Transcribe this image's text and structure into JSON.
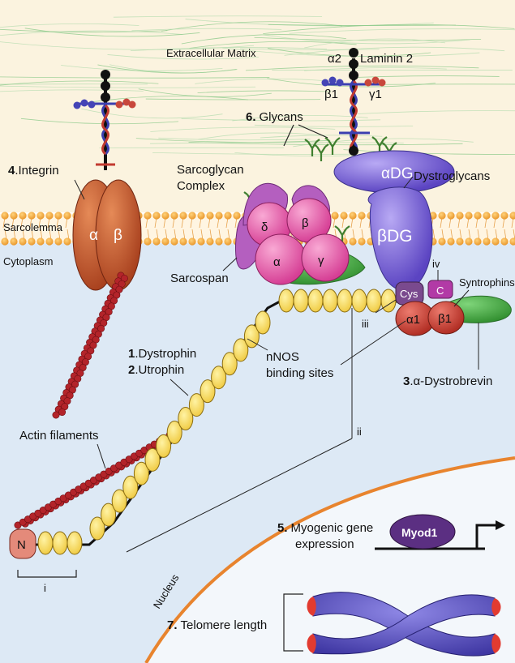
{
  "regions": {
    "ecm": "Extracellular Matrix",
    "sarcolemma": "Sarcolemma",
    "cytoplasm": "Cytoplasm",
    "nucleus": "Nucleus"
  },
  "laminin": {
    "title": "Laminin 2",
    "alpha": "α2",
    "beta": "β1",
    "gamma": "γ1"
  },
  "glycans": {
    "num": "6.",
    "label": "Glycans"
  },
  "integrin": {
    "num": "4",
    "label": ".Integrin",
    "alpha": "α",
    "beta": "β"
  },
  "sarcoglycan": {
    "label_line1": "Sarcoglycan",
    "label_line2": "Complex",
    "delta": "δ",
    "beta": "β",
    "alpha": "α",
    "gamma": "γ"
  },
  "sarcospan": "Sarcospan",
  "dystroglycan": {
    "label": "Dystroglycans",
    "alpha": "αDG",
    "beta": "βDG"
  },
  "dystrophin": {
    "num1": "1",
    "label1": ".Dystrophin",
    "num2": "2",
    "label2": ".Utrophin",
    "n_term": "N",
    "cys": "Cys",
    "c_term": "C"
  },
  "syntrophins": {
    "label": "Syntrophins",
    "a1": "α1",
    "b1": "β1"
  },
  "nnos": {
    "line1": "nNOS",
    "line2": "binding sites"
  },
  "dystrobrevin": {
    "num": "3",
    "label": ".α-Dystrobrevin"
  },
  "roman": {
    "i": "i",
    "ii": "ii",
    "iii": "iii",
    "iv": "iv"
  },
  "actin": "Actin filaments",
  "myogenic": {
    "num": "5.",
    "line1": "Myogenic gene",
    "line2": "expression",
    "gene": "Myod1"
  },
  "telomere": {
    "num": "7.",
    "label": "Telomere length"
  },
  "colors": {
    "ecm_bg": "#fbf3df",
    "membrane": "#f6b34a",
    "cytoplasm": "#dde9f5",
    "nucleus_bg": "#f3f7fb",
    "nucleus_edge": "#e8842e",
    "integrin": "#c65a2c",
    "actin": "#b3242a",
    "spectrin_repeat": "#f2d45c",
    "sarcoglycan": "#e257a6",
    "sarcospan": "#b45fbf",
    "dystroglycan": "#7a66d2",
    "dystrobrevin": "#4ea84a",
    "syntrophin": "#d04a3c",
    "cys_domain": "#7a4a8e",
    "c_domain": "#b23aa6",
    "myod1": "#5b2f82",
    "chromosome": "#5a54bd",
    "telomere": "#e23b30"
  }
}
